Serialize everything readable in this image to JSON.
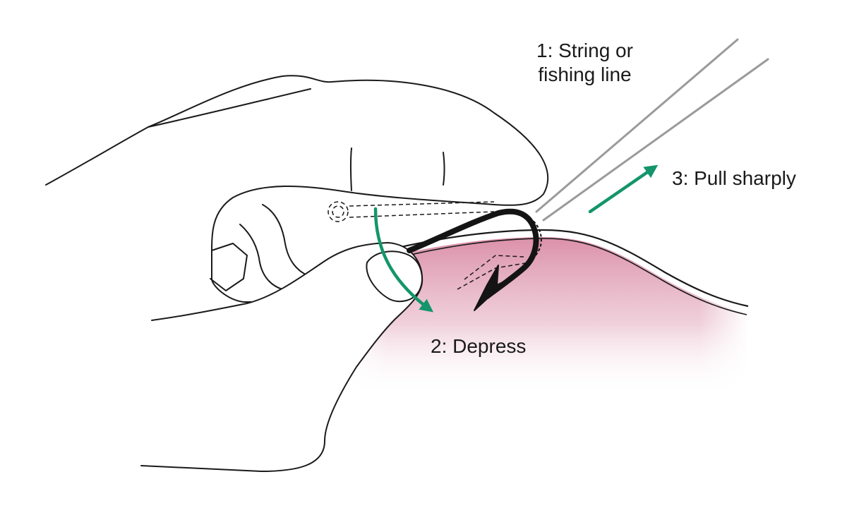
{
  "labels": {
    "line_1": "1: String or",
    "line_2": "fishing line",
    "depress": "2: Depress",
    "pull": "3: Pull sharply"
  },
  "colors": {
    "arrow": "#14956b",
    "skin_fill": "#e7b3c3",
    "outline": "#1a1a1a",
    "line": "#9a9a9a",
    "hook": "#141414"
  },
  "icons": {
    "hand": "hand-illustration",
    "hook": "fishhook-icon",
    "arrow_depress": "curved-arrow-icon",
    "arrow_pull": "arrow-icon"
  }
}
